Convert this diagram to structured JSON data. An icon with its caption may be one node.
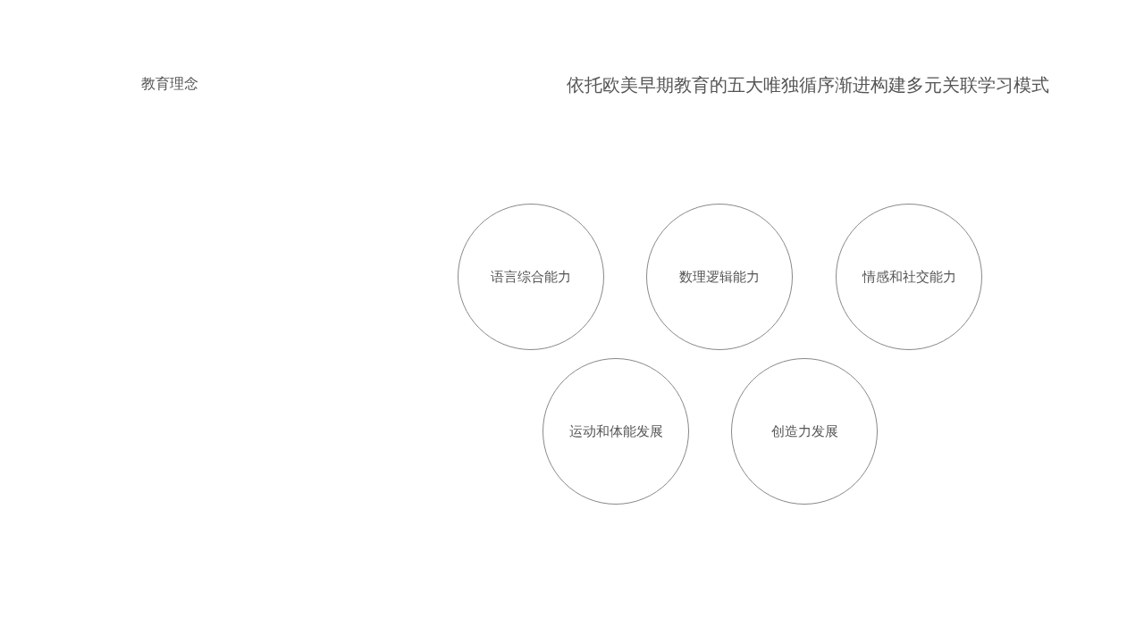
{
  "diagram": {
    "title": "依托欧美早期教育的五大唯独循序渐进构建多元关联学习模式",
    "nodes": [
      {
        "text": [
          "语言综合能力"
        ]
      },
      {
        "text": [
          "数理逻辑能力"
        ]
      },
      {
        "text": [
          "情感和社交能力"
        ]
      },
      {
        "text": [
          "运动和体能发展"
        ]
      },
      {
        "text": [
          "创造力发展"
        ]
      }
    ],
    "labels": [
      "教育理念"
    ]
  }
}
